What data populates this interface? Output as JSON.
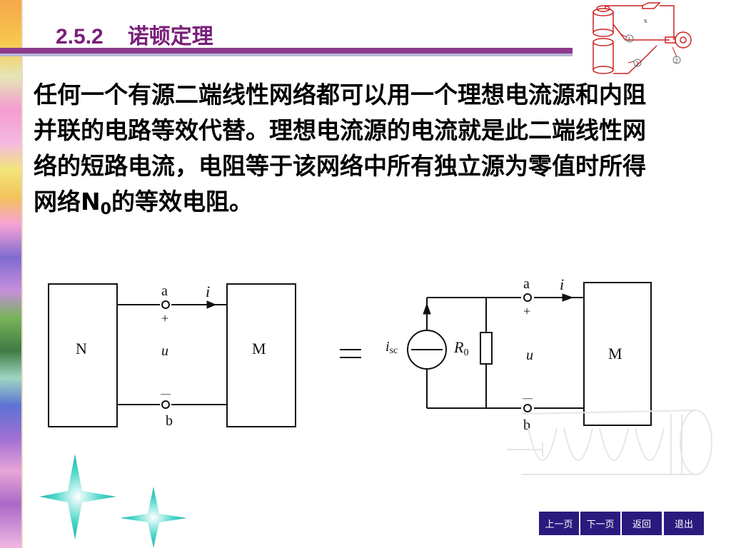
{
  "slide": {
    "section_number": "2.5.2",
    "section_title": "诺顿定理",
    "body_before_sub": "任何一个有源二端线性网络都可以用一个理想电流源和内阻并联的电路等效代替。理想电流源的电流就是此二端线性网络的短路电流，电阻等于该网络中所有独立源为零值时所得网络N",
    "body_sub": "0",
    "body_after_sub": "的等效电阻。"
  },
  "corner_diagram": {
    "label_s": "s",
    "label_1": "1",
    "label_2": "2",
    "label_3": "3"
  },
  "circuit_left": {
    "block_n": "N",
    "block_m": "M",
    "terminal_a": "a",
    "terminal_b": "b",
    "current": "i",
    "plus": "+",
    "voltage": "u",
    "minus": "—"
  },
  "equals_sign": "=",
  "circuit_right": {
    "source_label_main": "i",
    "source_label_sub": "sc",
    "resistor_label_main": "R",
    "resistor_label_sub": "0",
    "block_m": "M",
    "terminal_a": "a",
    "terminal_b": "b",
    "current": "i",
    "plus": "+",
    "voltage": "u",
    "minus": "—"
  },
  "nav": {
    "prev": "上一页",
    "next": "下一页",
    "back": "返回",
    "exit": "退出"
  },
  "colors": {
    "title": "#7a1f7a",
    "bar": "#8c3a8c",
    "nav_bg": "#2a1a7e",
    "corner_lines": "#cc2222"
  }
}
